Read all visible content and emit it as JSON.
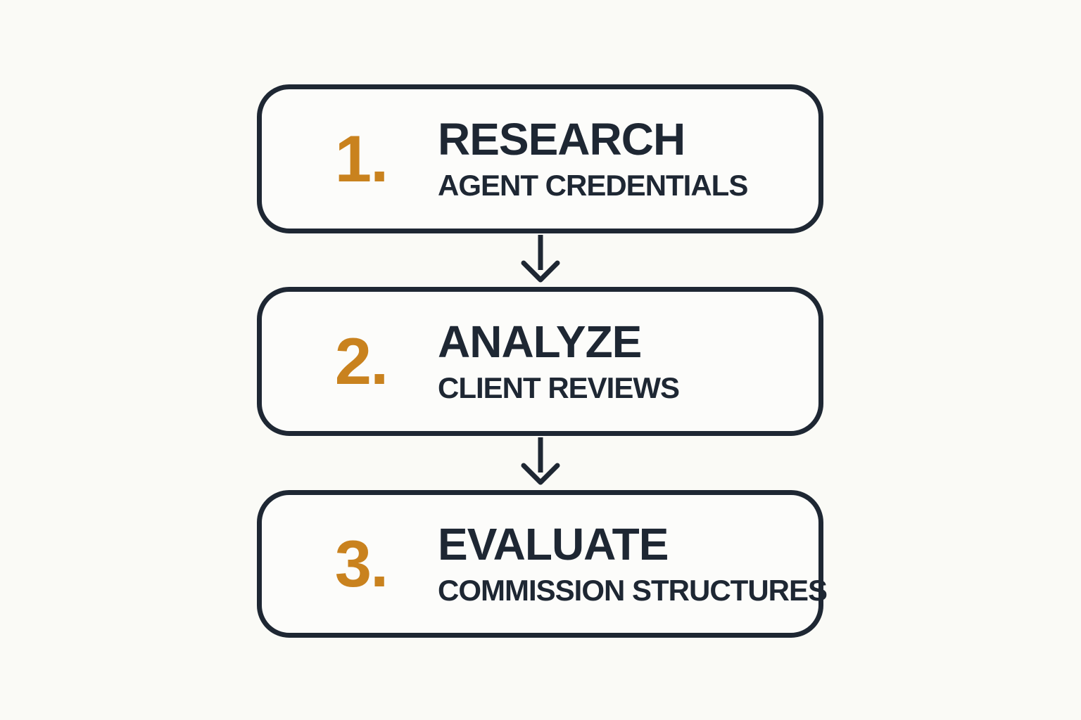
{
  "diagram": {
    "type": "flowchart",
    "direction": "vertical",
    "background_color": "#FAFAF6",
    "ink_color": "#1E2733",
    "accent_color": "#C9821E",
    "steps": [
      {
        "number": "1.",
        "title": "RESEARCH",
        "subtitle": "AGENT CREDENTIALS"
      },
      {
        "number": "2.",
        "title": "ANALYZE",
        "subtitle": "CLIENT REVIEWS"
      },
      {
        "number": "3.",
        "title": "EVALUATE",
        "subtitle": "COMMISSION STRUCTURES"
      }
    ],
    "connectors": [
      {
        "from": 1,
        "to": 2,
        "style": "arrow-down"
      },
      {
        "from": 2,
        "to": 3,
        "style": "arrow-down"
      }
    ]
  }
}
